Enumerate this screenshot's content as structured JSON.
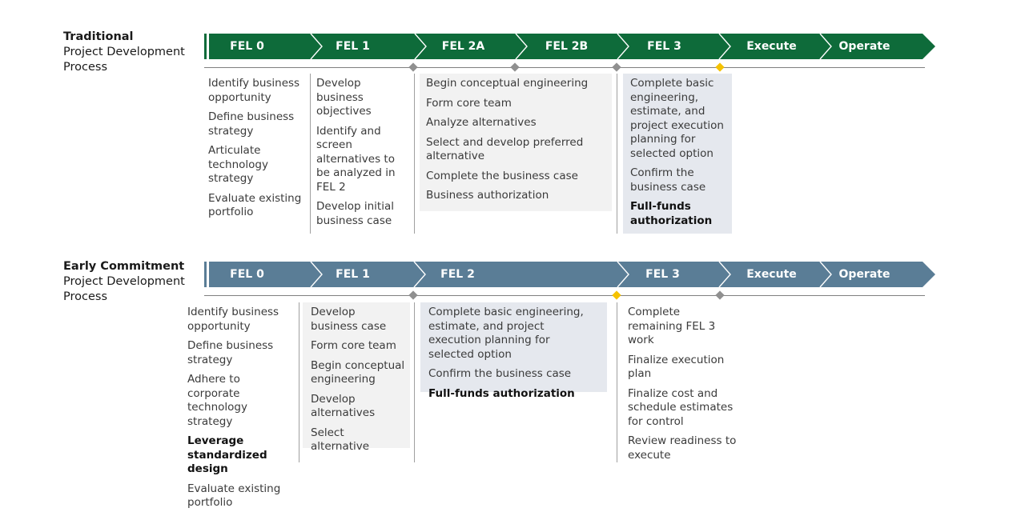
{
  "traditional": {
    "title_bold": "Traditional",
    "title_rest": "Project Development Process",
    "phases": [
      "FEL 0",
      "FEL 1",
      "FEL 2A",
      "FEL 2B",
      "FEL 3",
      "Execute",
      "Operate"
    ],
    "band_color": "#0e6b3a",
    "columns": [
      {
        "items": [
          {
            "text": "Identify business opportunity"
          },
          {
            "text": "Define business strategy"
          },
          {
            "text": "Articulate technology strategy"
          },
          {
            "text": "Evaluate existing portfolio"
          }
        ]
      },
      {
        "items": [
          {
            "text": "Develop business objectives"
          },
          {
            "text": "Identify and screen alternatives to be analyzed in FEL 2"
          },
          {
            "text": "Develop initial business case"
          }
        ]
      },
      {
        "items": [
          {
            "text": "Begin conceptual engineering"
          },
          {
            "text": "Form core team"
          },
          {
            "text": "Analyze alternatives"
          },
          {
            "text": "Select and develop preferred alternative"
          },
          {
            "text": "Complete the business case"
          },
          {
            "text": "Business authorization"
          }
        ]
      },
      {
        "items": [
          {
            "text": "Complete basic engineering, estimate, and project execution planning for selected option"
          },
          {
            "text": "Confirm the business case"
          },
          {
            "text": "Full-funds authorization",
            "bold": true
          }
        ]
      }
    ]
  },
  "early": {
    "title_bold": "Early Commitment",
    "title_rest": "Project Development Process",
    "phases": [
      "FEL 0",
      "FEL 1",
      "FEL 2",
      "FEL 3",
      "Execute",
      "Operate"
    ],
    "band_color": "#5a7d96",
    "columns": [
      {
        "items": [
          {
            "text": "Identify business opportunity"
          },
          {
            "text": "Define business strategy"
          },
          {
            "text": "Adhere to corporate technology strategy"
          },
          {
            "text": "Leverage standardized design",
            "bold": true
          },
          {
            "text": "Evaluate existing portfolio"
          }
        ]
      },
      {
        "items": [
          {
            "text": "Develop business case"
          },
          {
            "text": "Form core team"
          },
          {
            "text": "Begin conceptual engineering"
          },
          {
            "text": "Develop alternatives"
          },
          {
            "text": "Select alternative"
          }
        ]
      },
      {
        "items": [
          {
            "text": "Complete basic engineering, estimate, and project execution planning for selected option"
          },
          {
            "text": "Confirm the business case"
          },
          {
            "text": "Full-funds authorization",
            "bold": true
          }
        ]
      },
      {
        "items": [
          {
            "text": "Complete remaining FEL 3 work"
          },
          {
            "text": "Finalize execution plan"
          },
          {
            "text": "Finalize cost and schedule estimates for control"
          },
          {
            "text": "Review readiness to execute"
          }
        ]
      }
    ]
  },
  "colors": {
    "milestone": "#909090",
    "milestone_highlight": "#f5c200"
  }
}
